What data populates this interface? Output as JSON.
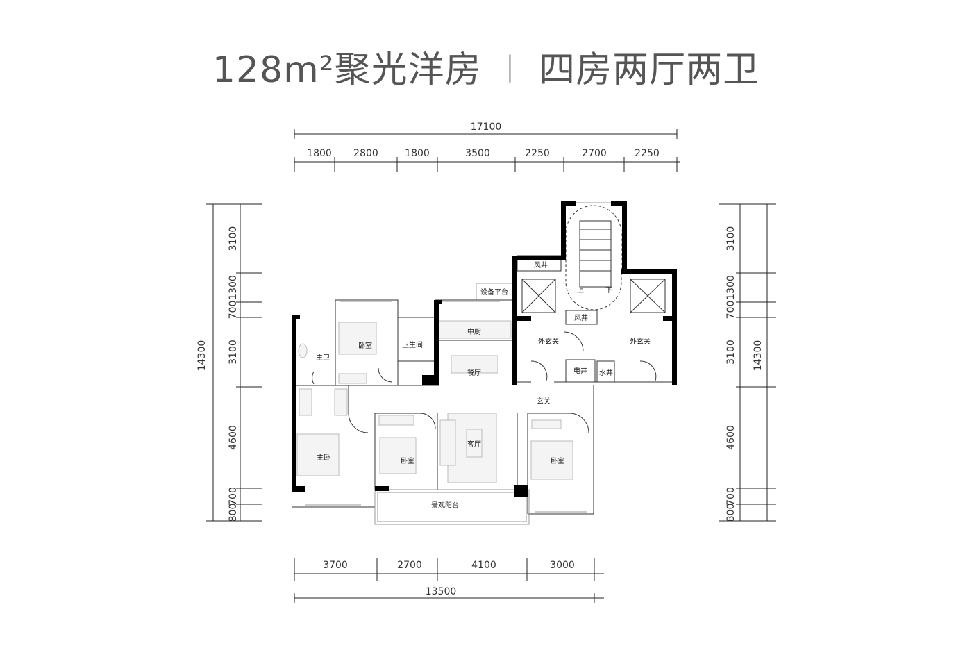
{
  "title": {
    "main": "128m²聚光洋房",
    "separator": "|",
    "layout": "四房两厅两卫"
  },
  "dimensions": {
    "top_total": "17100",
    "top": [
      "1800",
      "2800",
      "1800",
      "3500",
      "2250",
      "2700",
      "2250"
    ],
    "bottom": [
      "3700",
      "2700",
      "4100",
      "3000"
    ],
    "bottom_total": "13500",
    "left": [
      "3100",
      "1300",
      "700",
      "3100",
      "4600",
      "700",
      "800"
    ],
    "left_total": "14300",
    "right": [
      "3100",
      "1300",
      "700",
      "3100",
      "4600",
      "700",
      "800"
    ],
    "right_total": "14300"
  },
  "rooms": {
    "feng_jing_1": "风井",
    "feng_jing_2": "风井",
    "shang": "上",
    "xia": "下",
    "equipment_platform": "设备平台",
    "kitchen": "中厨",
    "bedroom_north": "卧室",
    "bathroom": "卫生间",
    "master_bath": "主卫",
    "dining": "餐厅",
    "entry_outer_left": "外玄关",
    "entry_outer_right": "外玄关",
    "electric_shaft": "电井",
    "water_shaft": "水井",
    "foyer": "玄关",
    "master_bedroom": "主卧",
    "bedroom_south": "卧室",
    "living_room": "客厅",
    "bedroom_east": "卧室",
    "balcony": "景观阳台"
  }
}
